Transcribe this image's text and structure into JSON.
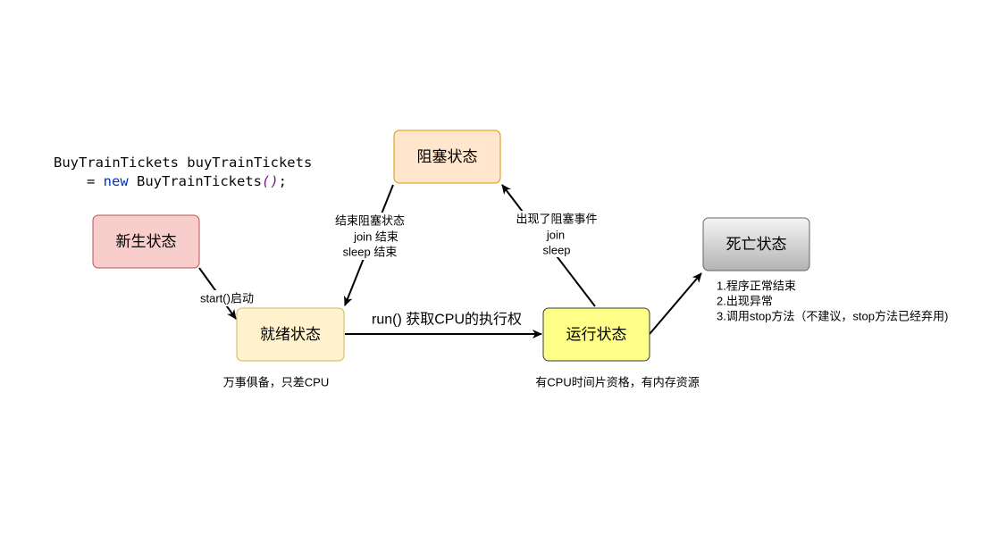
{
  "code": {
    "line1": "BuyTrainTickets buyTrainTickets",
    "line2_prefix": "= ",
    "line2_keyword": "new",
    "line2_class": " BuyTrainTickets",
    "line2_parens": "()",
    "line2_suffix": ";",
    "keyword_color": "#0033b3",
    "parens_color": "#871094"
  },
  "nodes": {
    "new": {
      "label": "新生状态",
      "fill": "#f8cecc",
      "stroke": "#b85450"
    },
    "ready": {
      "label": "就绪状态",
      "fill": "#fff2cc",
      "stroke": "#d6b656"
    },
    "blocked": {
      "label": "阻塞状态",
      "fill": "#ffe6cc",
      "stroke": "#d79b00"
    },
    "running": {
      "label": "运行状态",
      "fill": "#ffff88",
      "stroke": "#36393d"
    },
    "dead": {
      "label": "死亡状态",
      "fill": "#f5f5f5",
      "gradient": "#b3b3b3",
      "stroke": "#666666"
    }
  },
  "edges": {
    "start": {
      "label": "start()启动"
    },
    "unblock": {
      "lines": [
        "结束阻塞状态",
        "join 结束",
        "sleep 结束"
      ]
    },
    "run": {
      "label": "run() 获取CPU的执行权"
    },
    "block": {
      "lines": [
        "出现了阻塞事件",
        "join",
        "sleep"
      ]
    },
    "color": "#000000"
  },
  "notes": {
    "ready": "万事俱备，只差CPU",
    "running": "有CPU时间片资格，有内存资源",
    "dead": [
      "1.程序正常结束",
      "2.出现异常",
      "3.调用stop方法（不建议，stop方法已经弃用)"
    ]
  }
}
